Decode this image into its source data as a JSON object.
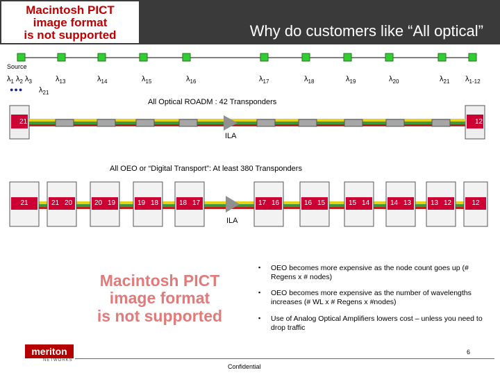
{
  "header": {
    "title": "Why do customers like “All optical”",
    "pict_notice_lines": [
      "Macintosh PICT",
      "image format",
      "is not supported"
    ]
  },
  "diagram": {
    "source_label": "Source",
    "lambda_symbol": "λ",
    "source_lambdas": [
      "1",
      "2",
      "3"
    ],
    "lambda_21_below": "21",
    "ellipsis": "●●●",
    "top_lambdas": [
      "13",
      "14",
      "15",
      "16",
      "17",
      "18",
      "19",
      "20",
      "21",
      "1-12"
    ],
    "roadm_caption": "All Optical ROADM :  42 Transponders",
    "roadm_left_label": "21",
    "roadm_right_label": "12",
    "ila_label": "ILA",
    "oeo_caption": "All OEO or “Digital Transport”:  At least  380 Transponders",
    "oeo_nodes": [
      {
        "labels": [
          "21"
        ]
      },
      {
        "labels": [
          "21",
          "20"
        ]
      },
      {
        "labels": [
          "20",
          "19"
        ]
      },
      {
        "labels": [
          "19",
          "18"
        ]
      },
      {
        "labels": [
          "18",
          "17"
        ]
      },
      {
        "labels": [
          "17",
          "16"
        ]
      },
      {
        "labels": [
          "16",
          "15"
        ]
      },
      {
        "labels": [
          "15",
          "14"
        ]
      },
      {
        "labels": [
          "14",
          "13"
        ]
      },
      {
        "labels": [
          "13",
          "12"
        ]
      },
      {
        "labels": [
          "12"
        ]
      }
    ]
  },
  "bullets": [
    "OEO becomes more expensive as the node count goes up (# Regens  x  # nodes)",
    "OEO becomes more expensive as the number of wavelengths increases  (# WL x  # Regens  x   #nodes)",
    "Use of Analog Optical Amplifiers lowers cost – unless you need to drop traffic"
  ],
  "big_pict_lines": [
    "Macintosh PICT",
    "image format",
    "is not supported"
  ],
  "footer": {
    "logo_text": "meriton",
    "logo_sub": "NETWORKS",
    "confidential": "Confidential",
    "page_number": "6"
  },
  "colors": {
    "title_bar": "#3a3a3a",
    "node_green": "#33cc33",
    "node_red": "#cc0033",
    "fiber_yellow": "#e6d21a",
    "fiber_green": "#3c9a3c",
    "fiber_red": "#c02020",
    "ila_gray": "#909090"
  }
}
